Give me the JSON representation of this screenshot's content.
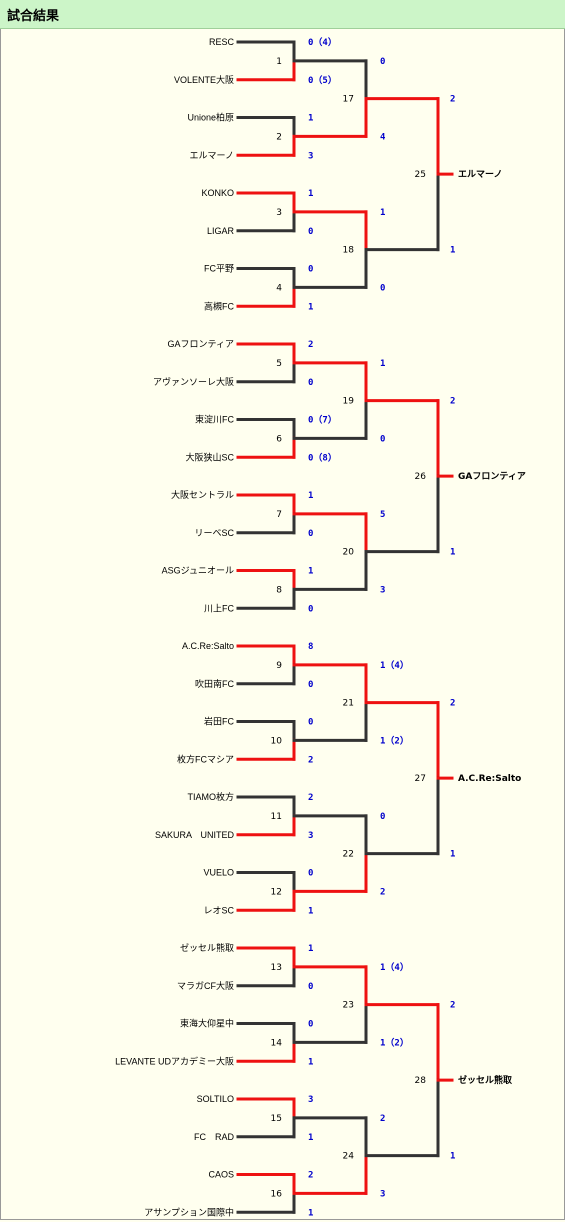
{
  "header": {
    "title": "試合結果"
  },
  "bracket": {
    "teams": [
      "RESC",
      "VOLENTE大阪",
      "Unione柏原",
      "エルマーノ",
      "KONKO",
      "LIGAR",
      "FC平野",
      "高槻FC",
      "GAフロンティア",
      "アヴァンソーレ大阪",
      "東淀川FC",
      "大阪狭山SC",
      "大阪セントラル",
      "リーベSC",
      "ASGジュニオール",
      "川上FC",
      "A.C.Re:Salto",
      "吹田南FC",
      "岩田FC",
      "枚方FCマシア",
      "TIAMO枚方",
      "SAKURA　UNITED",
      "VUELO",
      "レオSC",
      "ゼッセル熊取",
      "マラガCF大阪",
      "東海大仰星中",
      "LEVANTE UDアカデミー大阪",
      "SOLTILO",
      "FC　RAD",
      "CAOS",
      "アサンプション国際中"
    ],
    "round1": [
      {
        "num": "1",
        "s1": "0（4）",
        "s2": "0（5）",
        "winner": 2
      },
      {
        "num": "2",
        "s1": "1",
        "s2": "3",
        "winner": 2
      },
      {
        "num": "3",
        "s1": "1",
        "s2": "0",
        "winner": 1
      },
      {
        "num": "4",
        "s1": "0",
        "s2": "1",
        "winner": 2
      },
      {
        "num": "5",
        "s1": "2",
        "s2": "0",
        "winner": 1
      },
      {
        "num": "6",
        "s1": "0（7）",
        "s2": "0（8）",
        "winner": 2
      },
      {
        "num": "7",
        "s1": "1",
        "s2": "0",
        "winner": 1
      },
      {
        "num": "8",
        "s1": "1",
        "s2": "0",
        "winner": 1
      },
      {
        "num": "9",
        "s1": "8",
        "s2": "0",
        "winner": 1
      },
      {
        "num": "10",
        "s1": "0",
        "s2": "2",
        "winner": 2
      },
      {
        "num": "11",
        "s1": "2",
        "s2": "3",
        "winner": 2
      },
      {
        "num": "12",
        "s1": "0",
        "s2": "1",
        "winner": 2
      },
      {
        "num": "13",
        "s1": "1",
        "s2": "0",
        "winner": 1
      },
      {
        "num": "14",
        "s1": "0",
        "s2": "1",
        "winner": 2
      },
      {
        "num": "15",
        "s1": "3",
        "s2": "1",
        "winner": 1
      },
      {
        "num": "16",
        "s1": "2",
        "s2": "1",
        "winner": 1
      }
    ],
    "round2": [
      {
        "num": "17",
        "s1": "0",
        "s2": "4",
        "winner": 2
      },
      {
        "num": "18",
        "s1": "1",
        "s2": "0",
        "winner": 1
      },
      {
        "num": "19",
        "s1": "1",
        "s2": "0",
        "winner": 1
      },
      {
        "num": "20",
        "s1": "5",
        "s2": "3",
        "winner": 1
      },
      {
        "num": "21",
        "s1": "1（4）",
        "s2": "1（2）",
        "winner": 1
      },
      {
        "num": "22",
        "s1": "0",
        "s2": "2",
        "winner": 2
      },
      {
        "num": "23",
        "s1": "1（4）",
        "s2": "1（2）",
        "winner": 1
      },
      {
        "num": "24",
        "s1": "2",
        "s2": "3",
        "winner": 2
      }
    ],
    "round3": [
      {
        "num": "25",
        "s1": "2",
        "s2": "1",
        "winner": 1,
        "champion": "エルマーノ"
      },
      {
        "num": "26",
        "s1": "2",
        "s2": "1",
        "winner": 1,
        "champion": "GAフロンティア"
      },
      {
        "num": "27",
        "s1": "2",
        "s2": "1",
        "winner": 1,
        "champion": "A.C.Re:Salto"
      },
      {
        "num": "28",
        "s1": "2",
        "s2": "1",
        "winner": 1,
        "champion": "ゼッセル熊取"
      }
    ],
    "colors": {
      "winner_line": "#ee1111",
      "loser_line": "#333333",
      "score": "#0000cc"
    }
  }
}
